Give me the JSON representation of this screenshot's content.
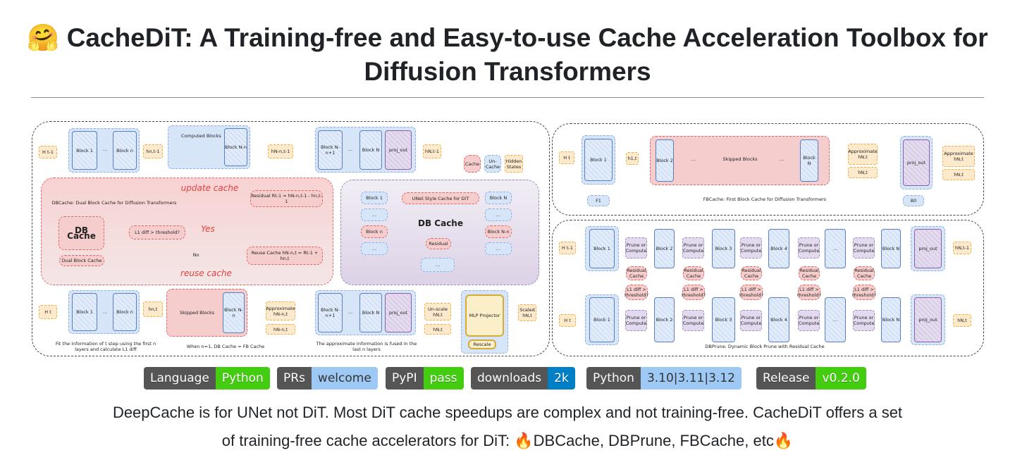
{
  "title": "🤗 CacheDiT: A Training-free and Easy-to-use Cache Acceleration Toolbox for Diffusion Transformers",
  "figure": {
    "H_t_minus_1": "H t-1",
    "H_t": "H t",
    "block_1": "Block 1",
    "block_n": "Block n",
    "dots": "…",
    "hn_t_minus_1": "hn,t-1",
    "hn_t": "hn,t",
    "computed_blocks": "Computed Blocks",
    "block_N_minus_n": "Block N-n",
    "hNn_t_minus_1": "hN-n,t-1",
    "block_Nn1": "Block N-n+1",
    "block_N": "Block N",
    "proj_out": "proj_out",
    "hN_t_minus_1": "hN,t-1",
    "legend_cache": "Cache",
    "legend_uncache": "Un-Cache",
    "legend_hidden": "Hidden States",
    "dbcache_caption": "DBCache: Dual Block Cache for Diffusion Transformers",
    "db_cache": "DB Cache",
    "dual_block_cache": "Dual Block Cache",
    "l1_threshold": "L1 diff > threshold?",
    "update_cache": "update cache",
    "residual_box": "Residual Rt-1 = hN-n,t-1 - hn,t-1",
    "yes": "Yes",
    "no": "No",
    "reuse_cache": "reuse cache",
    "reuse_box": "Reuse Cache hN-n,t = Rt-1 + hn,t",
    "unet_style": "UNet Style Cache for DiT",
    "residual": "Residual",
    "skipped_blocks": "Skipped Blocks",
    "approx_hNn": "Approximate hN-n,t",
    "hNn_t": "hN-n,t",
    "unscale": "Un-scale hN,t",
    "hN_t": "hN,t",
    "mlp_projector": "MLP Projector",
    "rescale": "Rescale",
    "scaled": "Scaled hN,t",
    "fit_caption": "Fit the information of t step using the first n layers and calculate L1 diff",
    "when_caption": "When n=1, DB Cache = FB Cache",
    "fused_caption": "The approximate information is fused in the last n layers",
    "h1_t": "h1,t",
    "block_2": "Block 2",
    "block_3": "Block 3",
    "block_4": "Block 4",
    "approx_hN": "Approximate hN,t",
    "F1": "F1",
    "B0": "B0",
    "fbcache_caption": "FBCache: First Block Cache for Diffusion Transformers",
    "prune": "Prune or Compute",
    "residual_cache": "Residual Cache",
    "l1_short": "L1 diff > threshold?",
    "dbprune_caption": "DBPrune: Dynamic Block Prune with Residual Cache"
  },
  "badges": [
    {
      "label": "Language",
      "value": "Python",
      "color": "#4c1"
    },
    {
      "label": "PRs",
      "value": "welcome",
      "color": "#9ec9f5"
    },
    {
      "label": "PyPI",
      "value": "pass",
      "color": "#4c1"
    },
    {
      "label": "downloads",
      "value": "2k",
      "color": "#007ec6"
    },
    {
      "label": "Python",
      "value": "3.10|3.11|3.12",
      "color": "#9ec9f5"
    },
    {
      "label": "Release",
      "value": "v0.2.0",
      "color": "#4c1"
    }
  ],
  "description": "DeepCache is for UNet not DiT. Most DiT cache speedups are complex and not training-free. CacheDiT offers a set of training-free cache accelerators for DiT: 🔥DBCache, DBPrune, FBCache, etc🔥"
}
